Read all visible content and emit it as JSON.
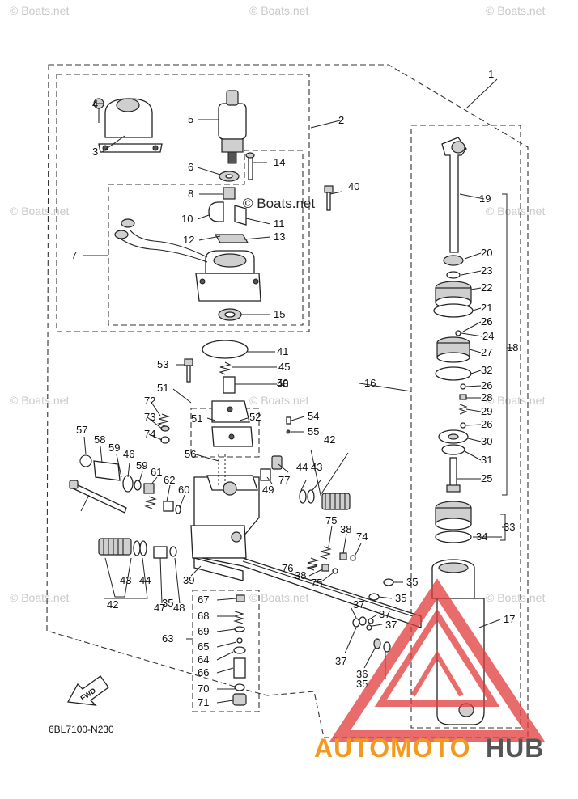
{
  "watermark": {
    "text": "© Boats.net",
    "center_text": "© Boats.net"
  },
  "diagram_code": "6BL7100-N230",
  "fwd_label": "FWD",
  "brand": {
    "part1": "AUTOMOTO",
    "part2": "HUB",
    "color1": "#f39a1e",
    "color2": "#555555",
    "logo_color": "#e23b3b"
  },
  "callouts": [
    "1",
    "2",
    "3",
    "4",
    "5",
    "6",
    "7",
    "8",
    "10",
    "11",
    "12",
    "13",
    "14",
    "15",
    "16",
    "17",
    "18",
    "19",
    "20",
    "21",
    "22",
    "23",
    "24",
    "25",
    "26",
    "26",
    "26",
    "26",
    "27",
    "28",
    "29",
    "30",
    "31",
    "32",
    "33",
    "34",
    "35",
    "35",
    "35",
    "35",
    "36",
    "37",
    "37",
    "37",
    "37",
    "38",
    "38",
    "39",
    "40",
    "41",
    "42",
    "42",
    "43",
    "43",
    "44",
    "44",
    "45",
    "46",
    "47",
    "48",
    "48",
    "49",
    "50",
    "51",
    "51",
    "52",
    "53",
    "54",
    "55",
    "56",
    "57",
    "58",
    "59",
    "59",
    "60",
    "61",
    "62",
    "63",
    "64",
    "65",
    "66",
    "67",
    "68",
    "69",
    "70",
    "71",
    "72",
    "73",
    "74",
    "74",
    "75",
    "75",
    "76",
    "77"
  ]
}
